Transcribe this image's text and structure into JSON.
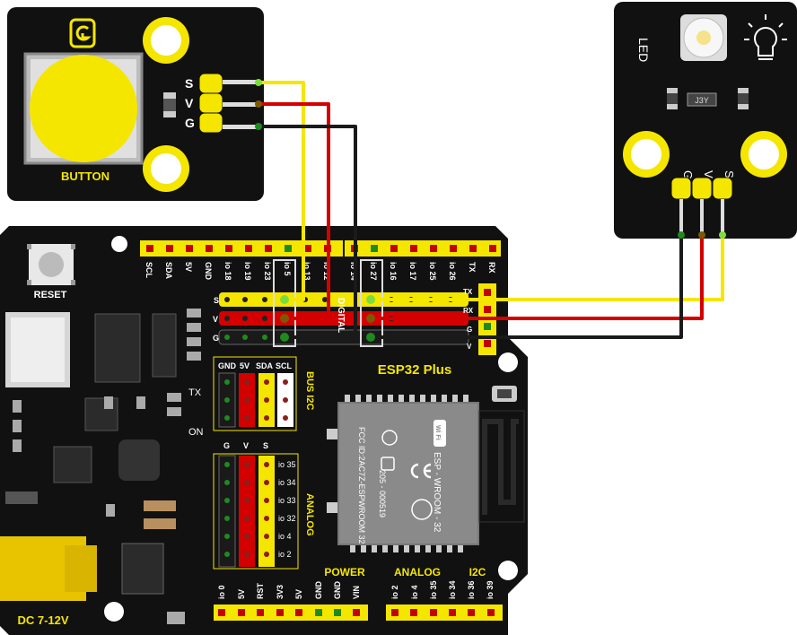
{
  "button_module": {
    "label": "BUTTON",
    "pins": [
      "S",
      "V",
      "G"
    ]
  },
  "led_module": {
    "label": "LED",
    "pins": [
      "G",
      "V",
      "S"
    ],
    "resistor_code": "J3Y"
  },
  "board": {
    "name": "ESP32 Plus",
    "reset_label": "RESET",
    "power_jack_label": "DC 7-12V",
    "tx_led_label": "TX",
    "on_led_label": "ON",
    "digital_label": "DIGITAL",
    "top_header_labels": [
      "SCL",
      "SDA",
      "5V",
      "GND",
      "io 18",
      "io 19",
      "io 23",
      "io 5",
      "io 13",
      "io 12",
      "io 14",
      "io 27",
      "io 16",
      "io 17",
      "io 25",
      "io 26",
      "TX",
      "RX"
    ],
    "row_labels_left": [
      "S",
      "V",
      "G"
    ],
    "row_labels_right": [
      "TX",
      "RX",
      "G",
      "V"
    ],
    "i2c": {
      "title": "BUS I2C",
      "cols": [
        "GND",
        "5V",
        "SDA",
        "SCL"
      ]
    },
    "analog_left": {
      "title": "ANALOG",
      "cols": [
        "G",
        "V",
        "S"
      ],
      "rows": [
        "io 35",
        "io 34",
        "io 33",
        "io 32",
        "io 4",
        "io 2"
      ]
    },
    "power_title": "POWER",
    "power_pins": [
      "io 0",
      "5V",
      "RST",
      "3V3",
      "5V",
      "GND",
      "GND",
      "VIN"
    ],
    "analog_bottom_title": "ANALOG",
    "analog_bottom_pins": [
      "io 2",
      "io 4",
      "io 35",
      "io 34"
    ],
    "i2c_bottom_title": "I2C",
    "i2c_bottom_pins": [
      "io 36",
      "io 39"
    ]
  },
  "module_chip": {
    "lines": [
      "FCC ID:2AC7Z-ESPWROOM 32",
      "205 - 000519",
      "ESP - WROOM - 32",
      "Wi Fi"
    ]
  },
  "wires": [
    {
      "from": "BUTTON S",
      "to": "io 5 S",
      "color": "#f5e600"
    },
    {
      "from": "BUTTON V",
      "to": "io 5 V",
      "color": "#d40000"
    },
    {
      "from": "BUTTON G",
      "to": "io 5 G",
      "color": "#1a1a1a"
    },
    {
      "from": "LED S",
      "to": "io 27 S",
      "color": "#f5e600"
    },
    {
      "from": "LED V",
      "to": "io 27 V",
      "color": "#d40000"
    },
    {
      "from": "LED G",
      "to": "io 27 G",
      "color": "#1a1a1a"
    }
  ],
  "colors": {
    "board": "#111111",
    "header_yellow": "#f5e600",
    "pin_red": "#d40000",
    "wire_black": "#1a1a1a"
  }
}
